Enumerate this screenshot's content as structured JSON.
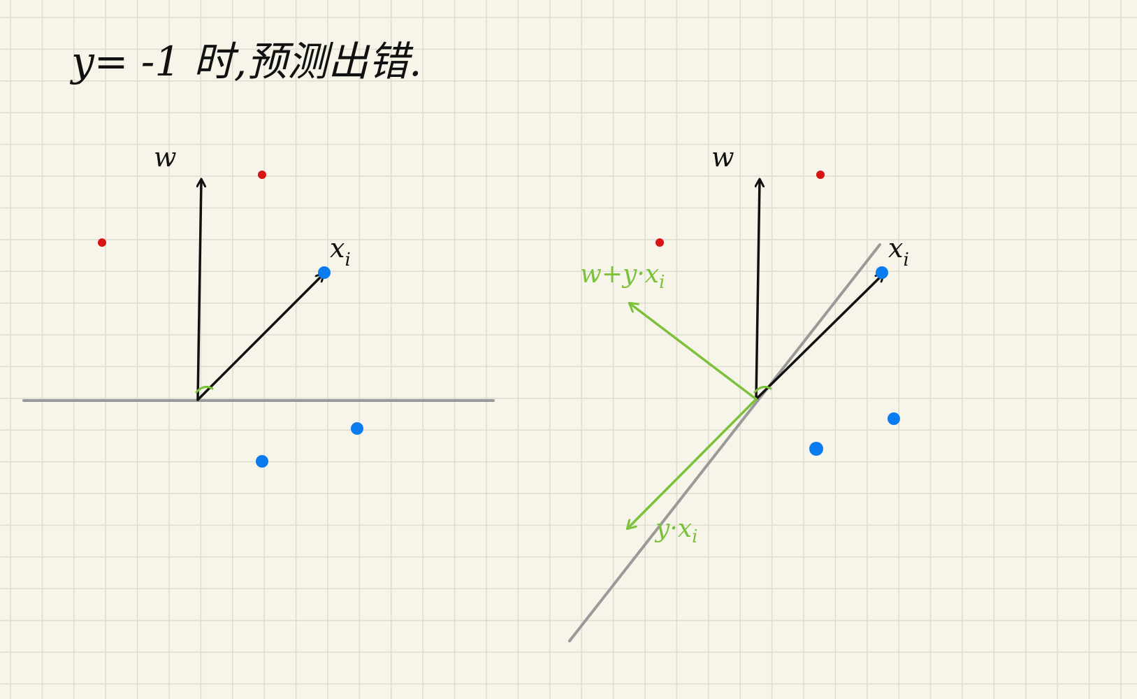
{
  "title": "y= -1 时,预测出错.",
  "colors": {
    "background": "#f7f5ea",
    "grid": "#dedbcf",
    "vector_black": "#111111",
    "boundary_gray": "#9a9a9a",
    "update_green": "#7cc13a",
    "negative_point": "#d81414",
    "positive_point": "#0a7cf0"
  },
  "left_panel": {
    "w_label": "w",
    "xi_label": "x",
    "xi_subscript": "i"
  },
  "right_panel": {
    "w_label": "w",
    "xi_label": "x",
    "xi_subscript": "i",
    "sum_label": "w+y·x",
    "sum_subscript": "i",
    "yx_label": "y·x",
    "yx_subscript": "i"
  }
}
